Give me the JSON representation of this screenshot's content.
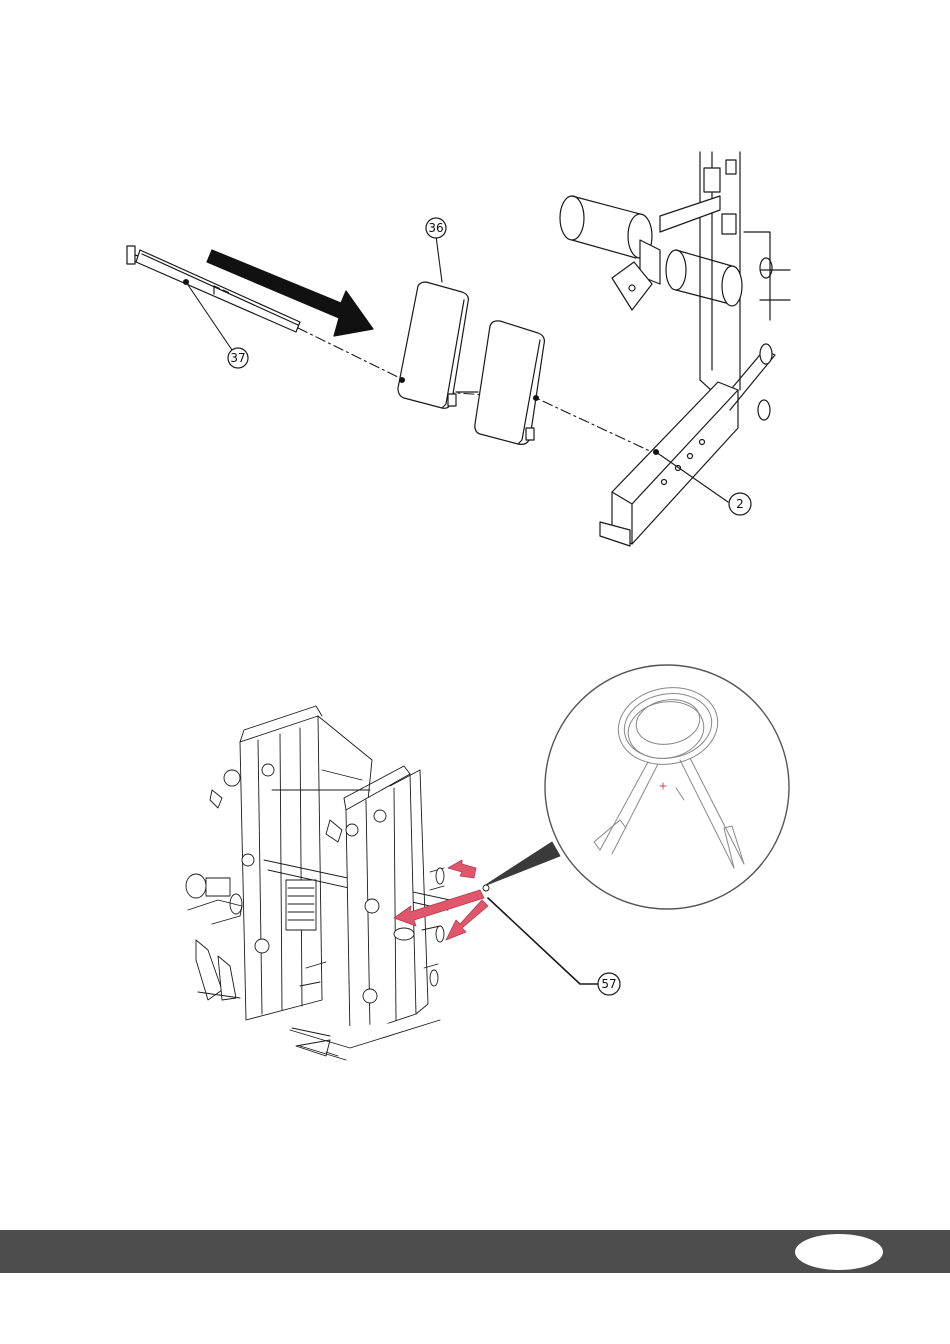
{
  "callouts": {
    "part_37": "37",
    "part_36": "36",
    "part_2": "2",
    "part_57": "57"
  },
  "colors": {
    "line": "#1a1a1a",
    "red_arrow": "#e0566a",
    "footer": "#4d4d4d"
  },
  "footer": {
    "page_number": ""
  }
}
